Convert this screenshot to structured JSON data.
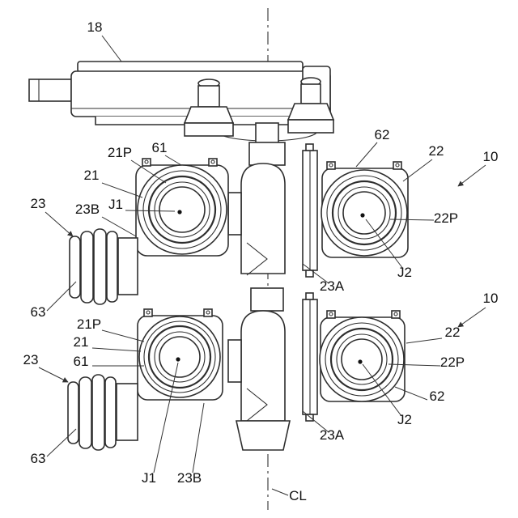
{
  "figure": {
    "kind": "patent-style technical line drawing",
    "description": "Four-port valve manifold assembly with top actuator housing, shown about a vertical centerline",
    "centerline_label": "CL"
  },
  "callouts": [
    {
      "text": "18"
    },
    {
      "text": "21P"
    },
    {
      "text": "61"
    },
    {
      "text": "62"
    },
    {
      "text": "22"
    },
    {
      "text": "10"
    },
    {
      "text": "21"
    },
    {
      "text": "23"
    },
    {
      "text": "23B"
    },
    {
      "text": "J1"
    },
    {
      "text": "22P"
    },
    {
      "text": "J2"
    },
    {
      "text": "23A"
    },
    {
      "text": "63"
    },
    {
      "text": "21P"
    },
    {
      "text": "10"
    },
    {
      "text": "21"
    },
    {
      "text": "22"
    },
    {
      "text": "61"
    },
    {
      "text": "23"
    },
    {
      "text": "22P"
    },
    {
      "text": "62"
    },
    {
      "text": "J2"
    },
    {
      "text": "23A"
    },
    {
      "text": "63"
    },
    {
      "text": "J1"
    },
    {
      "text": "23B"
    },
    {
      "text": "CL"
    }
  ]
}
